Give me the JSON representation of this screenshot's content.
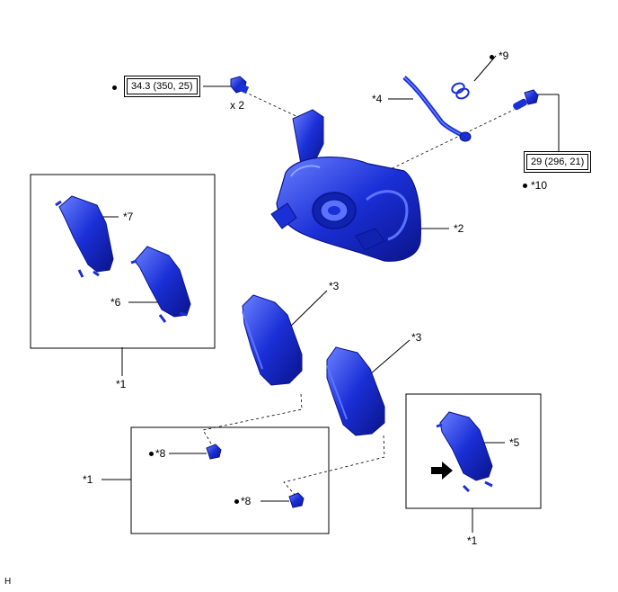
{
  "torques": {
    "mount_bolt": "34.3 (350, 25)",
    "union_bolt": "29 (296, 21)"
  },
  "labels": {
    "qty": "x 2",
    "n1a": "*1",
    "n1b": "*1",
    "n1c": "*1",
    "n2": "*2",
    "n3a": "*3",
    "n3b": "*3",
    "n4": "*4",
    "n5": "*5",
    "n6": "*6",
    "n7": "*7",
    "n8a": "*8",
    "n8b": "*8",
    "n9": "*9",
    "n10": "*10",
    "corner": "H"
  },
  "colors": {
    "part": "#1a2fd6",
    "part_dark": "#0a148a",
    "part_light": "#5b72ff"
  }
}
